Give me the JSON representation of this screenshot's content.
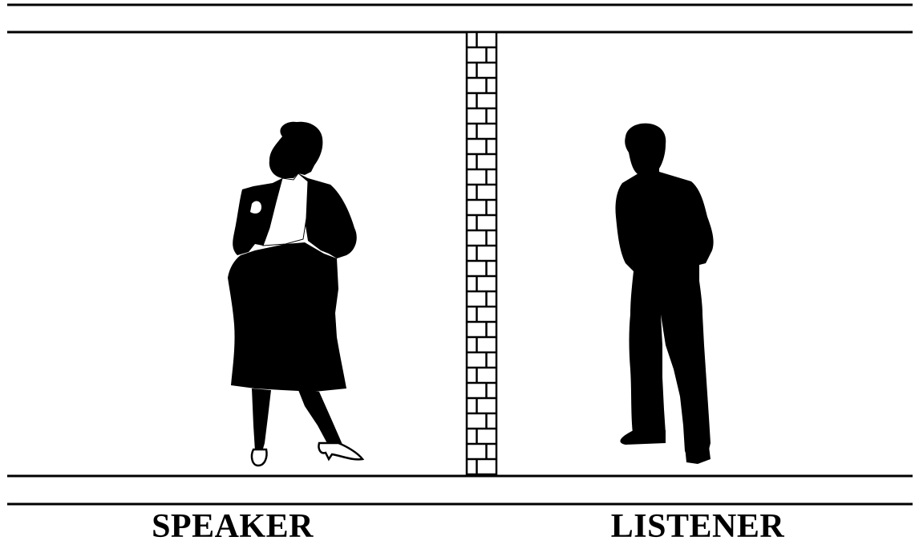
{
  "labels": {
    "speaker": "SPEAKER",
    "listener": "LISTENER"
  },
  "colors": {
    "ink": "#000000",
    "background": "#ffffff"
  },
  "figures": {
    "speaker": "woman-silhouette",
    "listener": "man-silhouette"
  }
}
